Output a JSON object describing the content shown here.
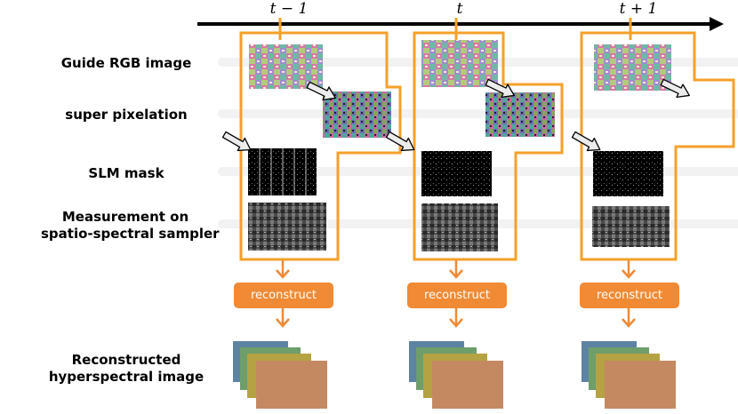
{
  "row_labels": {
    "guide_rgb": "Guide RGB image",
    "super_pixelation": "super pixelation",
    "slm_mask": "SLM mask",
    "measurement_line1": "Measurement on",
    "measurement_line2": "spatio-spectral sampler",
    "reconstructed_line1": "Reconstructed",
    "reconstructed_line2": "hyperspectral image"
  },
  "time_labels": [
    "t − 1",
    "t",
    "t + 1"
  ],
  "reconstruct_label": "reconstruct",
  "colors": {
    "accent_orange": "#f08a35",
    "frame_orange": "#f5a02a",
    "arrow_fill": "#ececec",
    "timeline": "#000000"
  },
  "icons": [
    "timeline-arrow",
    "hollow-arrow",
    "down-arrow"
  ]
}
